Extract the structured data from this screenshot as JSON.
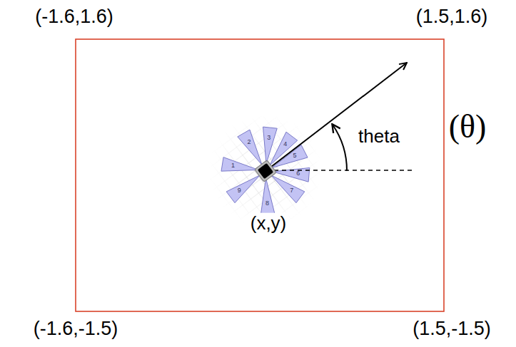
{
  "diagram": {
    "labels": [
      "(-1.6,1.6)",
      "(1.5,1.6)",
      "(-1.6,-1.5)",
      "(1.5,-1.5)",
      "theta",
      "(θ)",
      "(x,y)",
      "1",
      "2",
      "3",
      "4",
      "5",
      "6",
      "7",
      "8",
      "9"
    ]
  }
}
